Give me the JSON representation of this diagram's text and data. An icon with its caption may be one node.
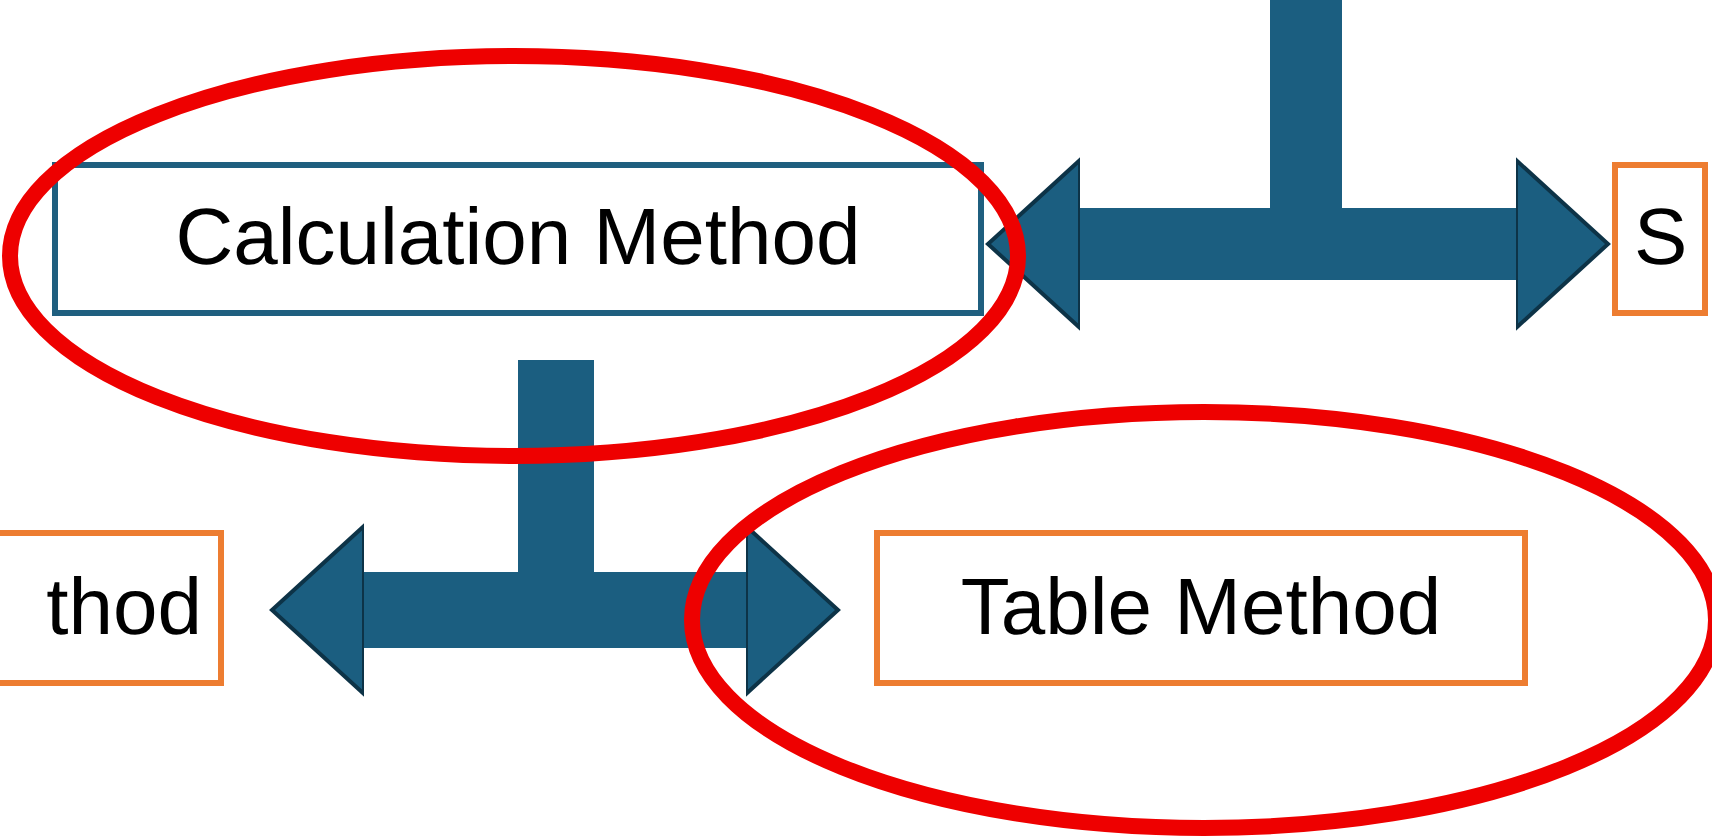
{
  "diagram": {
    "nodes": [
      {
        "text": [
          "Calculation Method"
        ]
      },
      {
        "text": [
          "S"
        ]
      },
      {
        "text": [
          "thod"
        ]
      },
      {
        "text": [
          "Table Method"
        ]
      }
    ],
    "edges": [
      {
        "from": null,
        "to": 0,
        "arrow": "to"
      },
      {
        "from": null,
        "to": 1,
        "arrow": "to"
      },
      {
        "from": 0,
        "to": 2,
        "arrow": "to"
      },
      {
        "from": 0,
        "to": 3,
        "arrow": "to"
      }
    ]
  }
}
